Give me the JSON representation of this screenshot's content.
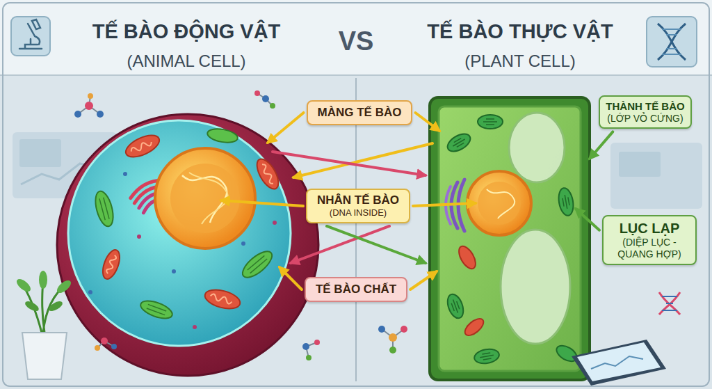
{
  "diagram": {
    "nodes": [
      {
        "text": [
          "MÀNG TẾ BÀO"
        ]
      },
      {
        "text": [
          "NHÂN TẾ BÀO",
          "(DNA INSIDE)"
        ]
      },
      {
        "text": [
          "TẾ BÀO CHẤT"
        ]
      },
      {
        "text": [
          "THÀNH TẾ BÀO",
          "(LỚP VỎ CỨNG)"
        ]
      },
      {
        "text": [
          "LỤC LẠP",
          "(DIỆP LỤC - QUANG HỢP)"
        ]
      }
    ],
    "labels": [
      "TẾ BÀO ĐỘNG VẬT",
      "(ANIMAL CELL)",
      "VS",
      "TẾ BÀO THỰC VẬT",
      "(PLANT CELL)"
    ]
  }
}
